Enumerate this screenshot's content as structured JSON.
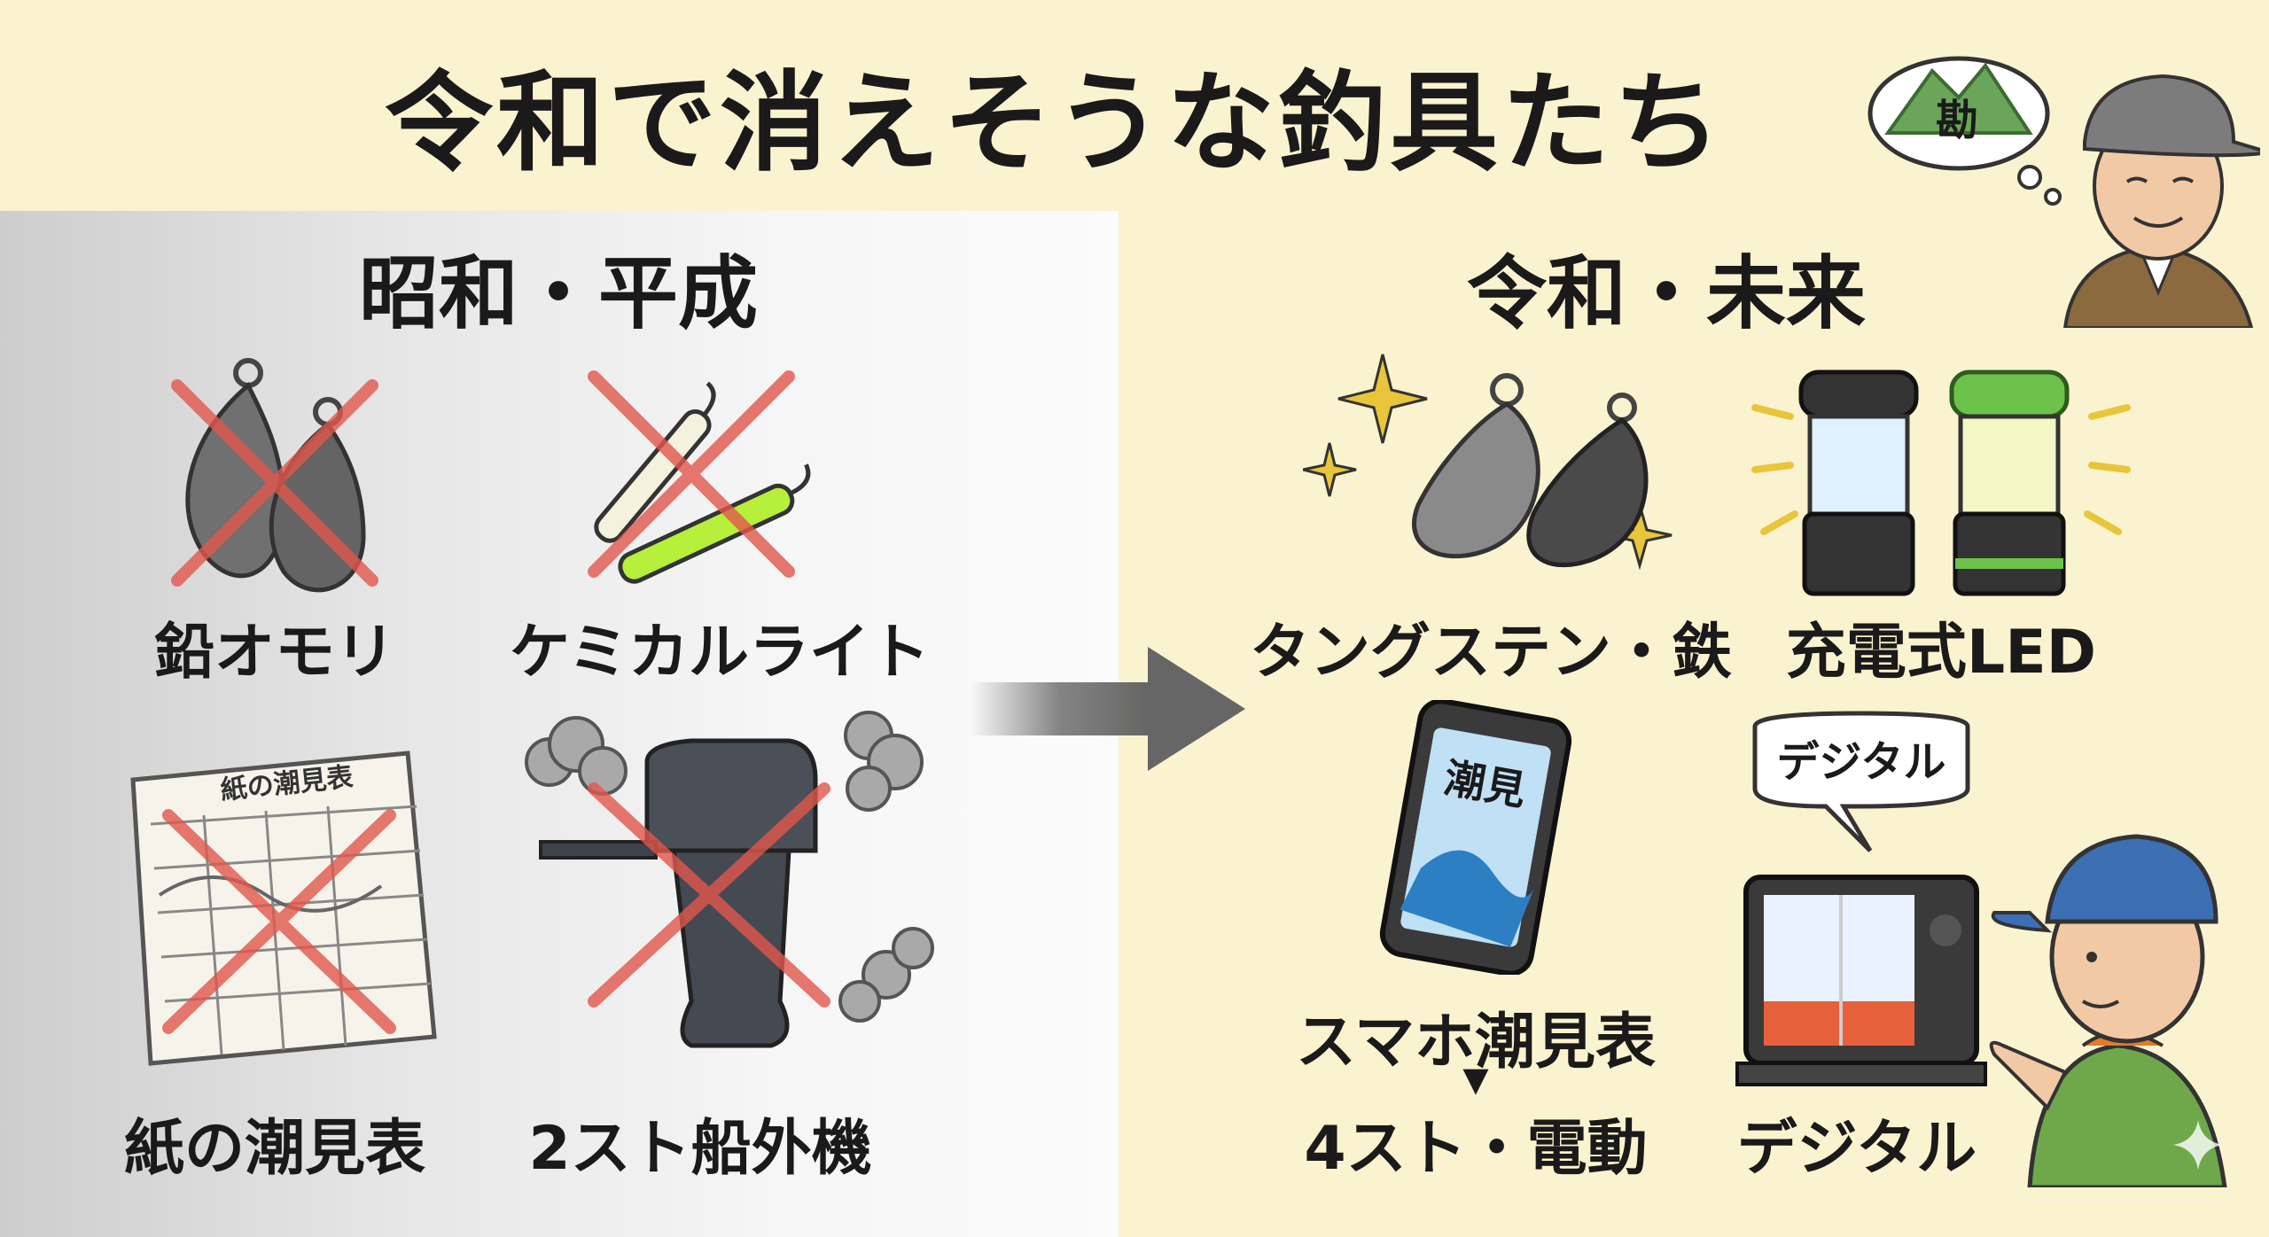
{
  "title": "令和で消えそうな釣具たち",
  "badge_char": "勘",
  "left": {
    "heading": "昭和・平成",
    "items": [
      {
        "label": "鉛オモリ"
      },
      {
        "label": "ケミカルライト"
      },
      {
        "label": "紙の潮見表"
      },
      {
        "label": "2スト船外機"
      }
    ],
    "paper_title": "紙の潮見表"
  },
  "right": {
    "heading": "令和・未来",
    "items": [
      {
        "label": "タングステン・鉄"
      },
      {
        "label": "充電式LED"
      },
      {
        "label": "スマホ潮見表"
      },
      {
        "label": "4スト・電動"
      },
      {
        "label": "デジタル"
      }
    ],
    "phone_screen_text": "潮見",
    "speech_bubble": "デジタル",
    "arrow_down": "▼"
  },
  "colors": {
    "background": "#faf3cf",
    "cross": "#e2574c",
    "arrow": "#666666",
    "glowstick": "#b6f03a"
  }
}
